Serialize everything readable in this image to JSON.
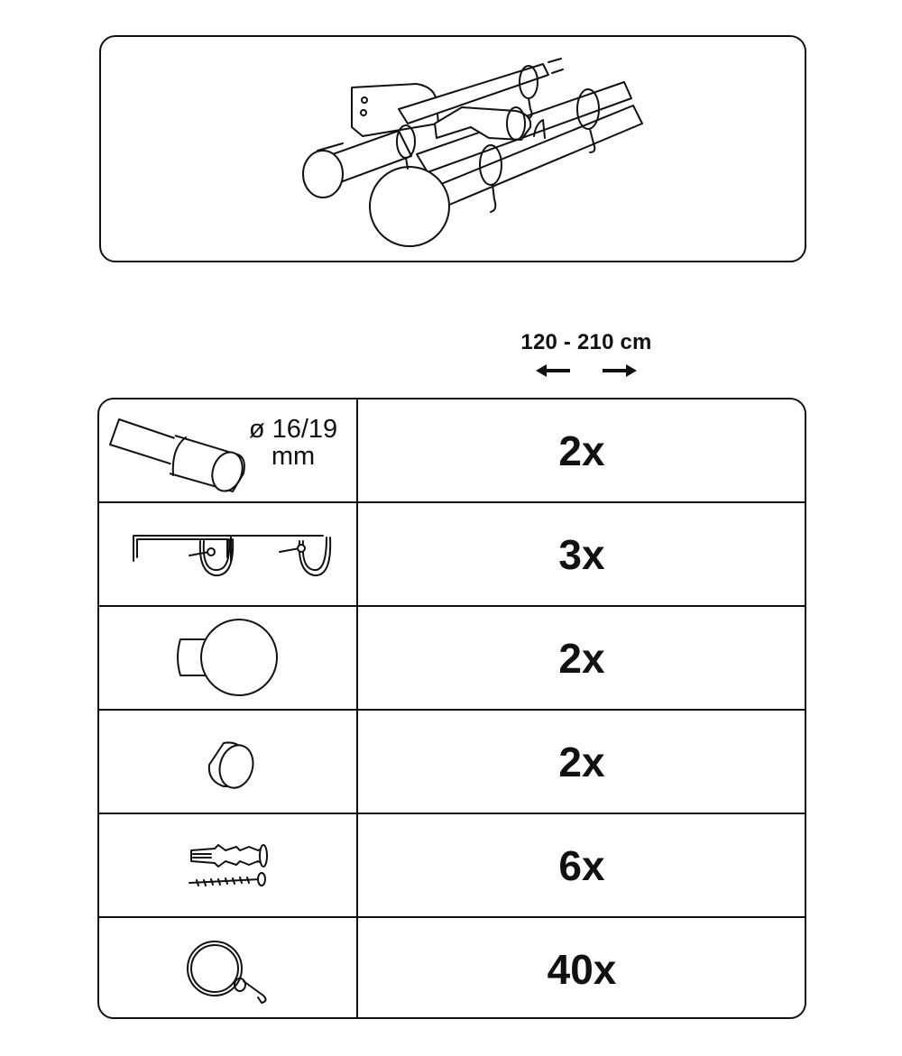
{
  "length": {
    "label": "120 - 210 cm"
  },
  "parts": [
    {
      "icon": "rod-icon",
      "spec_line1": "ø 16/19",
      "spec_line2": "mm",
      "quantity": "2x"
    },
    {
      "icon": "double-bracket-icon",
      "quantity": "3x"
    },
    {
      "icon": "ball-finial-icon",
      "quantity": "2x"
    },
    {
      "icon": "end-cap-icon",
      "quantity": "2x"
    },
    {
      "icon": "wall-plug-and-screw-icon",
      "quantity": "6x"
    },
    {
      "icon": "curtain-ring-icon",
      "quantity": "40x"
    }
  ]
}
